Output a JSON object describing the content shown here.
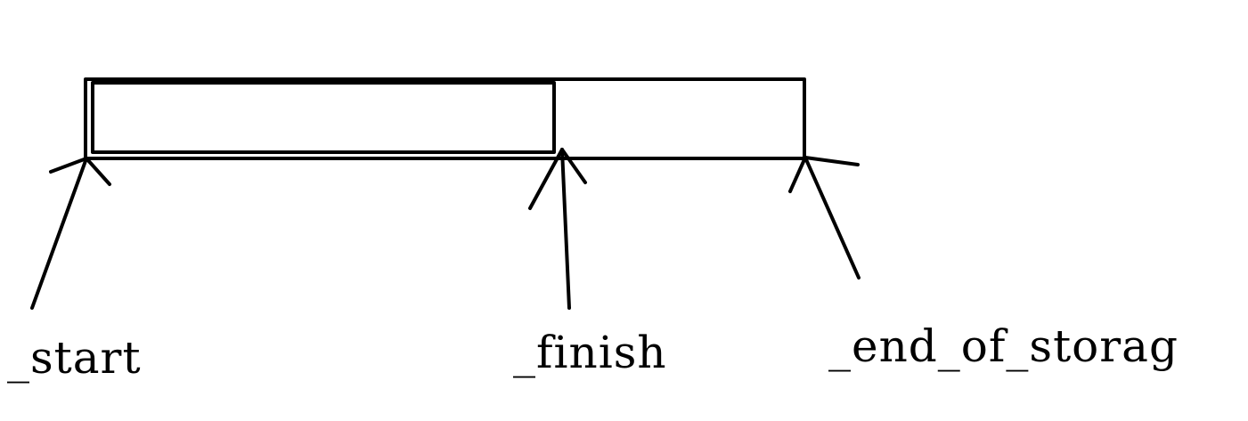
{
  "diagram": {
    "labels": {
      "start": "_start",
      "finish": "_finish",
      "end_of_storage": "_end_of_storag"
    },
    "colors": {
      "stroke": "#000000",
      "background": "#ffffff"
    }
  }
}
